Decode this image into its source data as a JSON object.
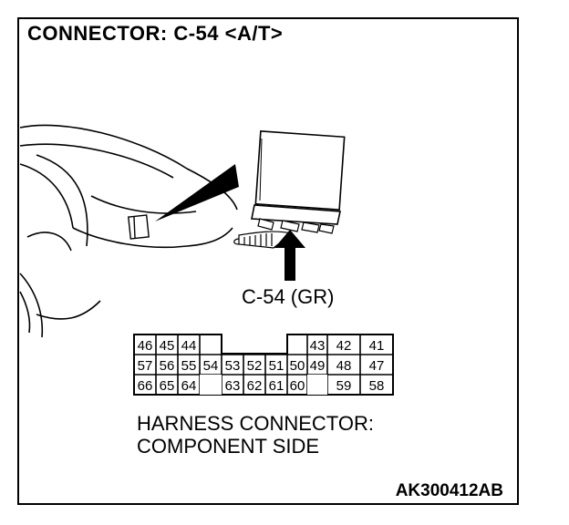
{
  "title": "CONNECTOR: C-54 <A/T>",
  "connector_label": "C-54 (GR)",
  "harness_line1": "HARNESS CONNECTOR:",
  "harness_line2": "COMPONENT SIDE",
  "reference_code": "AK300412AB",
  "pins": {
    "left_block": [
      [
        "46",
        "45",
        "44"
      ],
      [
        "57",
        "56",
        "55"
      ],
      [
        "66",
        "65",
        "64"
      ]
    ],
    "gap_left": "54",
    "center_block": [
      [
        "53",
        "52",
        "51",
        "50"
      ],
      [
        "63",
        "62",
        "61",
        "60"
      ]
    ],
    "right_block": [
      [
        "43",
        "42",
        "41"
      ],
      [
        "49",
        "48",
        "47"
      ],
      [
        "",
        "59",
        "58"
      ]
    ]
  }
}
